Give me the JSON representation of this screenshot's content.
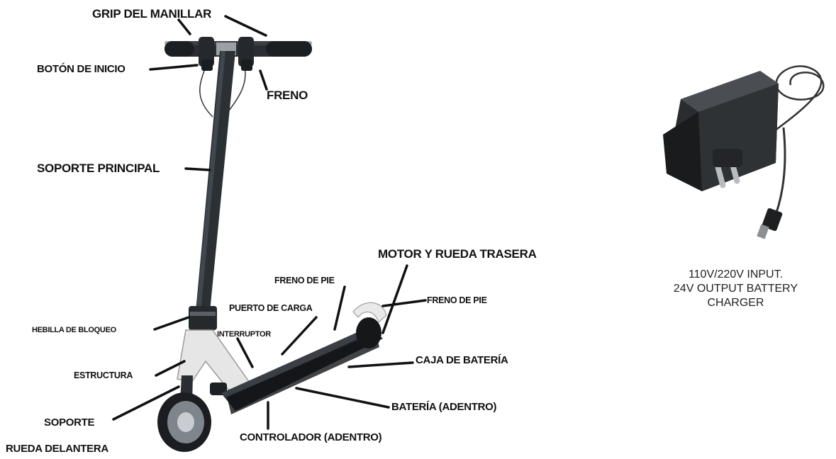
{
  "labels": {
    "grip": "GRIP DEL MANILLAR",
    "start_button": "BOTÓN DE INICIO",
    "brake": "FRENO",
    "main_stand": "SOPORTE PRINCIPAL",
    "motor_rear_wheel": "MOTOR Y RUEDA TRASERA",
    "foot_brake_top": "FRENO DE PIE",
    "foot_brake_right": "FRENO DE PIE",
    "charge_port": "PUERTO DE CARGA",
    "switch": "INTERRUPTOR",
    "lock_buckle": "HEBILLA DE BLOQUEO",
    "battery_box": "CAJA DE BATERÍA",
    "structure": "ESTRUCTURA",
    "battery_inside": "BATERÍA (ADENTRO)",
    "support": "SOPORTE",
    "controller_inside": "CONTROLADOR (ADENTRO)",
    "front_wheel": "RUEDA DELANTERA"
  },
  "charger": {
    "line1": "110V/220V  INPUT.",
    "line2": "24V OUTPUT BATTERY",
    "line3": "CHARGER"
  }
}
